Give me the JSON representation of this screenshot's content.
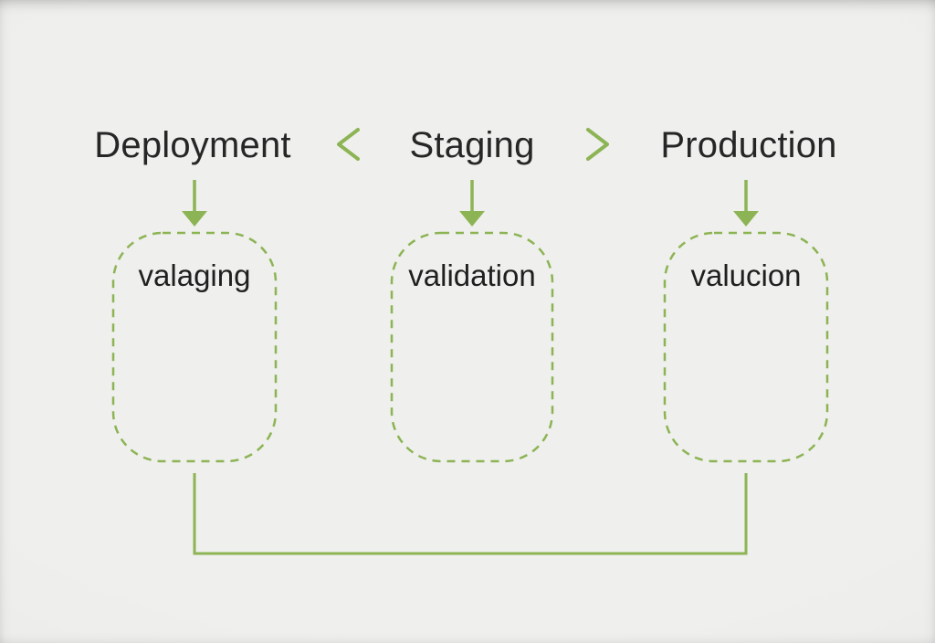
{
  "diagram": {
    "stages": [
      {
        "title": "Deployment",
        "box_label": "valaging"
      },
      {
        "title": "Staging",
        "box_label": "validation"
      },
      {
        "title": "Production",
        "box_label": "valucion"
      }
    ],
    "separators": [
      {
        "icon": "chevron-left-icon",
        "glyph": "<"
      },
      {
        "icon": "chevron-right-icon",
        "glyph": ">"
      }
    ],
    "flow_icon": "arrow-down-icon",
    "connector": {
      "type": "bottom-bracket",
      "connects": [
        "valaging",
        "valucion"
      ]
    },
    "colors": {
      "accent_green": "#8cb454",
      "text": "#262626",
      "background": "#efefed"
    }
  }
}
